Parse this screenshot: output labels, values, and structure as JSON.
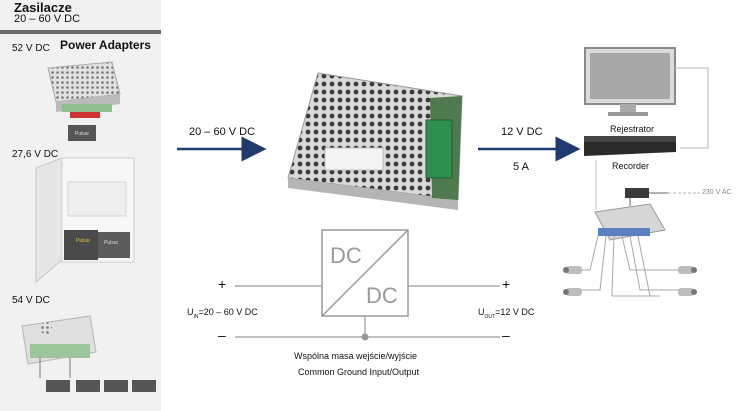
{
  "sidebar": {
    "title": "Zasilacze",
    "subtitle": "20 – 60 V DC",
    "section": "Power Adapters",
    "items": [
      {
        "voltage": "52 V DC"
      },
      {
        "voltage": "27,6 V DC",
        "brand_a": "Pulsar",
        "brand_b": "Pulsar"
      },
      {
        "voltage": "54 V DC"
      }
    ],
    "module_brand": "Pulsar"
  },
  "main": {
    "input_label": "20 – 60 V DC",
    "output_voltage": "12 V DC",
    "output_current": "5 A",
    "converter_top": "DC",
    "converter_bottom": "DC",
    "plus": "+",
    "minus": "–",
    "uin": "U",
    "uin_sub": "IN",
    "uin_value": "=20 – 60 V DC",
    "uout": "U",
    "uout_sub": "OUT",
    "uout_value": "=12 V DC",
    "ground_pl": "Wspólna masa wejście/wyjście",
    "ground_en": "Common Ground Input/Output"
  },
  "system": {
    "recorder_pl": "Rejestrator",
    "recorder_en": "Recorder",
    "mains": "230 V AC"
  },
  "colors": {
    "arrow": "#1f3a6e",
    "line": "#9a9a9a",
    "sidebar_bg": "#f1f1f1"
  }
}
